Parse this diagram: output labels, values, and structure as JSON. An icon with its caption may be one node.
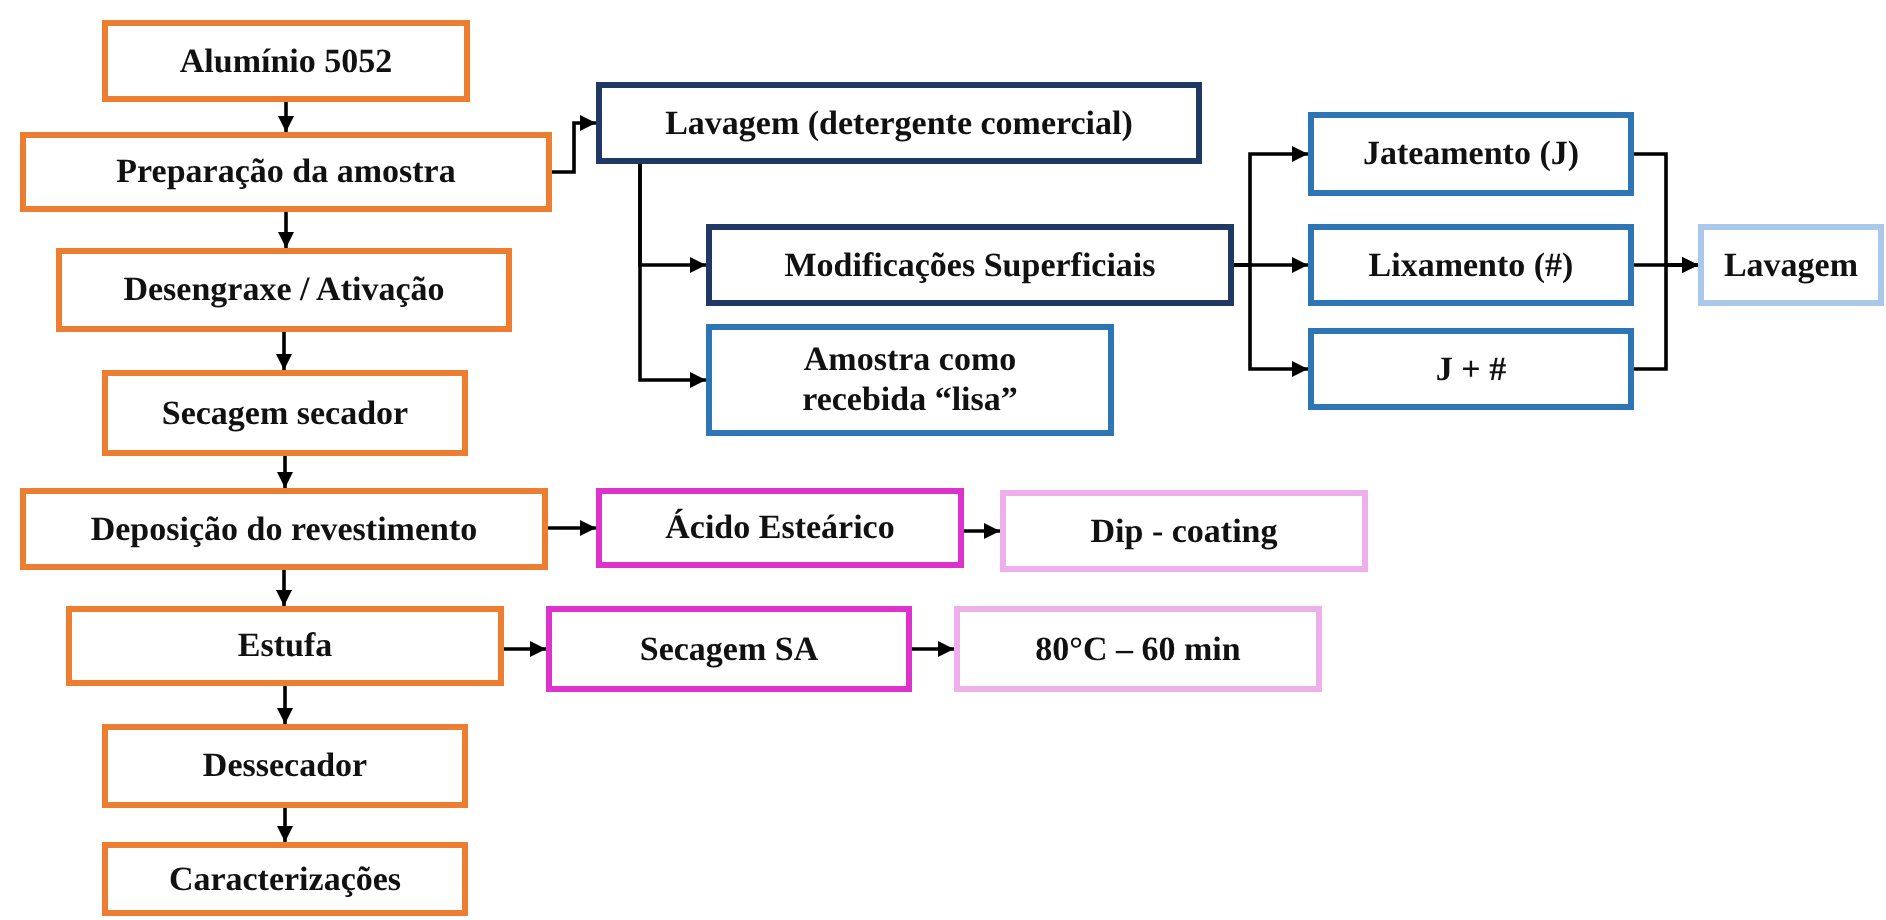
{
  "diagram": {
    "nodes": [
      {
        "text": [
          "Alumínio 5052"
        ]
      },
      {
        "text": [
          "Preparação da amostra"
        ]
      },
      {
        "text": [
          "Desengraxe / Ativação"
        ]
      },
      {
        "text": [
          "Secagem secador"
        ]
      },
      {
        "text": [
          "Deposição do revestimento"
        ]
      },
      {
        "text": [
          "Estufa"
        ]
      },
      {
        "text": [
          "Dessecador"
        ]
      },
      {
        "text": [
          "Caracterizações"
        ]
      },
      {
        "text": [
          "Lavagem (detergente comercial)"
        ]
      },
      {
        "text": [
          "Modificações Superficiais"
        ]
      },
      {
        "text": [
          "Amostra como recebida “lisa”"
        ]
      },
      {
        "text": [
          "Jateamento (J)"
        ]
      },
      {
        "text": [
          "Lixamento (#)"
        ]
      },
      {
        "text": [
          "J + #"
        ]
      },
      {
        "text": [
          "Lavagem"
        ]
      },
      {
        "text": [
          "Ácido Esteárico"
        ]
      },
      {
        "text": [
          "Dip - coating"
        ]
      },
      {
        "text": [
          "Secagem SA"
        ]
      },
      {
        "text": [
          "80°C – 60 min"
        ]
      }
    ],
    "edges": [
      {
        "from": 0,
        "to": 1,
        "arrow": "to"
      },
      {
        "from": 1,
        "to": 2,
        "arrow": "to"
      },
      {
        "from": 2,
        "to": 3,
        "arrow": "to"
      },
      {
        "from": 3,
        "to": 4,
        "arrow": "to"
      },
      {
        "from": 4,
        "to": 5,
        "arrow": "to"
      },
      {
        "from": 5,
        "to": 6,
        "arrow": "to"
      },
      {
        "from": 6,
        "to": 7,
        "arrow": "to"
      },
      {
        "from": 1,
        "to": 8,
        "arrow": "to"
      },
      {
        "from": 8,
        "to": 9,
        "arrow": "to"
      },
      {
        "from": 8,
        "to": 10,
        "arrow": "to"
      },
      {
        "from": 9,
        "to": 11,
        "arrow": "to"
      },
      {
        "from": 9,
        "to": 12,
        "arrow": "to"
      },
      {
        "from": 9,
        "to": 13,
        "arrow": "to"
      },
      {
        "from": 11,
        "to": 14,
        "arrow": "to"
      },
      {
        "from": 12,
        "to": 14,
        "arrow": "to"
      },
      {
        "from": 13,
        "to": 14,
        "arrow": "to"
      },
      {
        "from": 4,
        "to": 15,
        "arrow": "to"
      },
      {
        "from": 15,
        "to": 16,
        "arrow": "to"
      },
      {
        "from": 5,
        "to": 17,
        "arrow": "to"
      },
      {
        "from": 17,
        "to": 18,
        "arrow": "to"
      }
    ]
  }
}
